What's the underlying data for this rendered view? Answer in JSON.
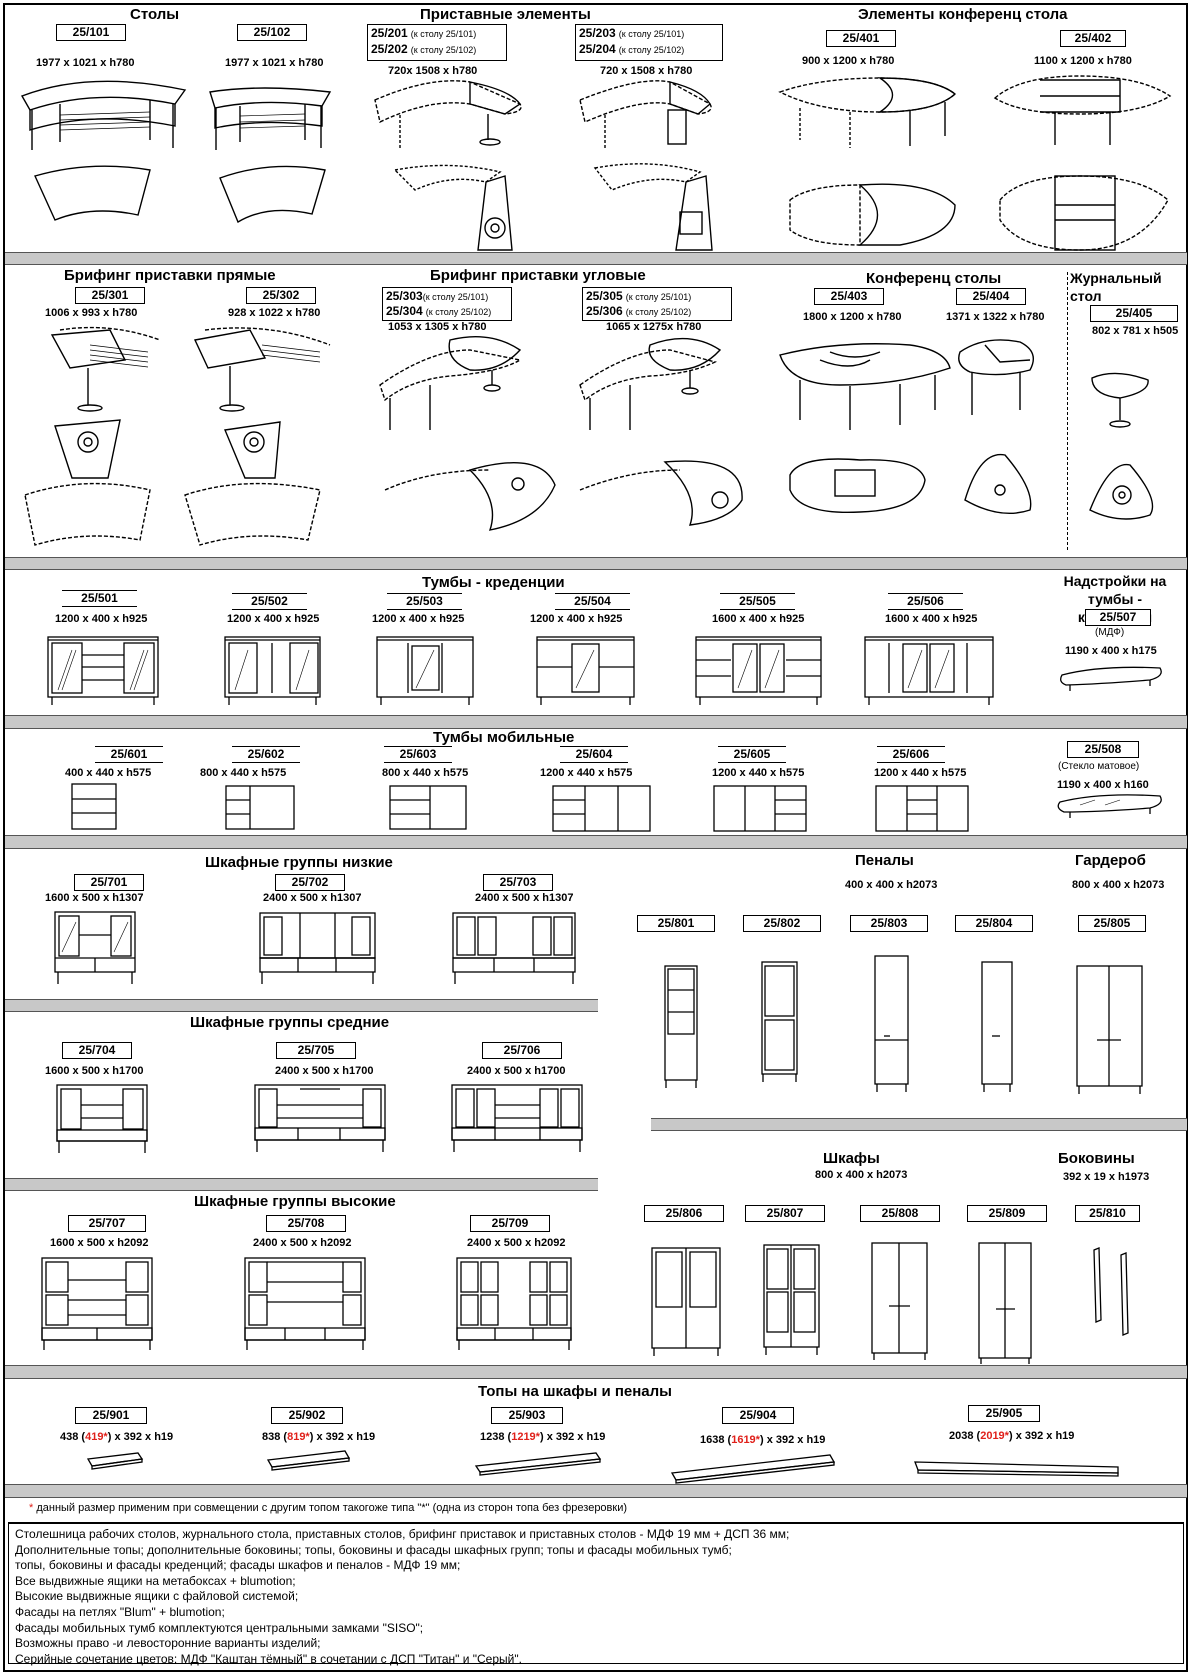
{
  "sections": {
    "stoly": "Столы",
    "pristavnye": "Приставные элементы",
    "konf_elements": "Элементы конференц стола",
    "brif_pryamye": "Брифинг приставки прямые",
    "brif_uglovye": "Брифинг приставки угловые",
    "konf_stoly": "Конференц столы",
    "zhurnalny": "Журнальный стол",
    "tumby_kred": "Тумбы - креденции",
    "nadstroyki": "Надстройки на тумбы - креденции",
    "tumby_mob": "Тумбы мобильные",
    "shkaf_nizkie": "Шкафные группы низкие",
    "penaly": "Пеналы",
    "garderob": "Гардероб",
    "shkaf_srednie": "Шкафные группы средние",
    "shkafy": "Шкафы",
    "bokoviny": "Боковины",
    "shkaf_vysokie": "Шкафные группы высокие",
    "topy": "Топы на шкафы и пеналы"
  },
  "items": {
    "i25101": {
      "code": "25/101",
      "dim": "1977 x 1021 x h780"
    },
    "i25102": {
      "code": "25/102",
      "dim": "1977 x 1021 x h780"
    },
    "i25201": {
      "code": "25/201",
      "note": "(к столу 25/101)"
    },
    "i25202": {
      "code": "25/202",
      "note": "(к столу 25/102)"
    },
    "i25201_dim": "720x 1508 x h780",
    "i25203": {
      "code": "25/203",
      "note": "(к столу 25/101)"
    },
    "i25204": {
      "code": "25/204",
      "note": "(к столу 25/102)"
    },
    "i25203_dim": "720 x 1508 x h780",
    "i25401": {
      "code": "25/401",
      "dim": "900 x 1200 x h780"
    },
    "i25402": {
      "code": "25/402",
      "dim": "1100 x 1200 x h780"
    },
    "i25301": {
      "code": "25/301",
      "dim": "1006 x 993 x h780"
    },
    "i25302": {
      "code": "25/302",
      "dim": "928 x 1022 x h780"
    },
    "i25303": {
      "code": "25/303",
      "note": "(к столу 25/101)"
    },
    "i25304": {
      "code": "25/304",
      "note": "(к столу 25/102)"
    },
    "i25303_dim": "1053 x 1305 x h780",
    "i25305": {
      "code": "25/305",
      "note": "(к столу 25/101)"
    },
    "i25306": {
      "code": "25/306",
      "note": "(к столу 25/102)"
    },
    "i25305_dim": "1065 x 1275x h780",
    "i25403": {
      "code": "25/403",
      "dim": "1800 x 1200 x h780"
    },
    "i25404": {
      "code": "25/404",
      "dim": "1371 x 1322 x h780"
    },
    "i25405": {
      "code": "25/405",
      "dim": "802 x 781 x h505"
    },
    "i25501": {
      "code": "25/501",
      "dim": "1200 x 400 x h925"
    },
    "i25502": {
      "code": "25/502",
      "dim": "1200 x 400 x h925"
    },
    "i25503": {
      "code": "25/503",
      "dim": "1200 x 400 x h925"
    },
    "i25504": {
      "code": "25/504",
      "dim": "1200 x 400 x h925"
    },
    "i25505": {
      "code": "25/505",
      "dim": "1600 x 400 x h925"
    },
    "i25506": {
      "code": "25/506",
      "dim": "1600 x 400 x h925"
    },
    "i25507": {
      "code": "25/507",
      "sub": "(МДФ)",
      "dim": "1190 x 400 x h175"
    },
    "i25601": {
      "code": "25/601",
      "dim": "400 x 440 x h575"
    },
    "i25602": {
      "code": "25/602",
      "dim": "800 x 440 x h575"
    },
    "i25603": {
      "code": "25/603",
      "dim": "800 x 440 x h575"
    },
    "i25604": {
      "code": "25/604",
      "dim": "1200 x 440 x h575"
    },
    "i25605": {
      "code": "25/605",
      "dim": "1200 x 440 x h575"
    },
    "i25606": {
      "code": "25/606",
      "dim": "1200 x 440 x h575"
    },
    "i25508": {
      "code": "25/508",
      "sub": "(Стекло матовое)",
      "dim": "1190 x 400 x h160"
    },
    "i25701": {
      "code": "25/701",
      "dim": "1600 x 500 x h1307"
    },
    "i25702": {
      "code": "25/702",
      "dim": "2400 x 500 x h1307"
    },
    "i25703": {
      "code": "25/703",
      "dim": "2400 x 500 x h1307"
    },
    "penaly_dim": "400 x 400 x h2073",
    "garderob_dim": "800 x 400 x h2073",
    "i25801": {
      "code": "25/801"
    },
    "i25802": {
      "code": "25/802"
    },
    "i25803": {
      "code": "25/803"
    },
    "i25804": {
      "code": "25/804"
    },
    "i25805": {
      "code": "25/805"
    },
    "i25704": {
      "code": "25/704",
      "dim": "1600 x 500 x h1700"
    },
    "i25705": {
      "code": "25/705",
      "dim": "2400 x 500 x h1700"
    },
    "i25706": {
      "code": "25/706",
      "dim": "2400 x 500 x h1700"
    },
    "shkafy_dim": "800 x 400 x h2073",
    "bokoviny_dim": "392 x 19 x h1973",
    "i25806": {
      "code": "25/806"
    },
    "i25807": {
      "code": "25/807"
    },
    "i25808": {
      "code": "25/808"
    },
    "i25809": {
      "code": "25/809"
    },
    "i25810": {
      "code": "25/810"
    },
    "i25707": {
      "code": "25/707",
      "dim": "1600 x 500 x h2092"
    },
    "i25708": {
      "code": "25/708",
      "dim": "2400 x 500 x h2092"
    },
    "i25709": {
      "code": "25/709",
      "dim": "2400 x 500 x h2092"
    },
    "i25901": {
      "code": "25/901",
      "dim_a": "438 (",
      "dim_red": "419*",
      "dim_b": ") x 392 x h19"
    },
    "i25902": {
      "code": "25/902",
      "dim_a": "838 (",
      "dim_red": "819*",
      "dim_b": ") x 392 x h19"
    },
    "i25903": {
      "code": "25/903",
      "dim_a": "1238 (",
      "dim_red": "1219*",
      "dim_b": ") x 392 x h19"
    },
    "i25904": {
      "code": "25/904",
      "dim_a": "1638 (",
      "dim_red": "1619*",
      "dim_b": ") x 392 x h19"
    },
    "i25905": {
      "code": "25/905",
      "dim_a": "2038 (",
      "dim_red": "2019*",
      "dim_b": ") x 392 x h19"
    }
  },
  "footnote": {
    "star": "*",
    "text": " данный размер применим при  совмещении с другим топом такогоже типа \"*\" (одна из сторон топа без фрезеровки)"
  },
  "notes": [
    "Столешница рабочих столов, журнального стола, приставных столов, брифинг приставок и приставных столов - МДФ 19 мм + ДСП 36 мм;",
    "Дополнительные топы; дополнительные боковины; топы, боковины и фасады шкафных групп;  топы и фасады мобильных тумб;",
    "топы, боковины и фасады креденций; фасады шкафов и пеналов - МДФ 19 мм;",
    "Все выдвижные ящики на метабоксах + blumotion;",
    "Высокие выдвижные ящики  с файловой системой;",
    "Фасады на петлях \"Blum\" + blumotion;",
    "Фасады мобильных тумб комплектуются  центральными замками \"SISO\";",
    "Возможны право -и левосторонние варианты изделий;",
    "Серийные сочетание цветов:  МДФ \"Каштан тёмный\" в сочетании с ДСП \"Титан\" и \"Серый\"."
  ],
  "colors": {
    "band": "#c8c8c8",
    "accent": "#e0201a"
  }
}
